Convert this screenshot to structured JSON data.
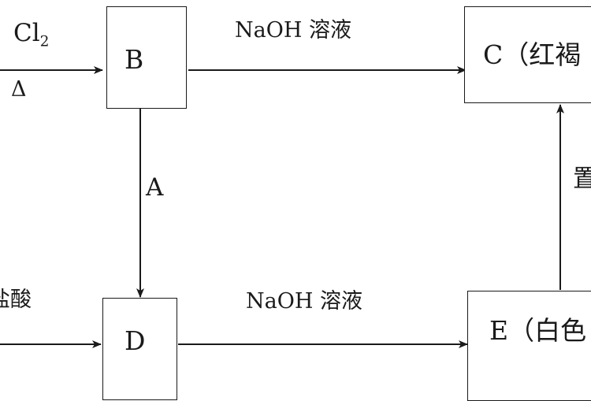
{
  "arrow_labels": {
    "cl2_main": "Cl",
    "cl2_sub": "2",
    "heat": "Δ",
    "naoh_top": "NaOH 溶液",
    "naoh_bottom": "NaOH 溶液",
    "a_label": "A",
    "hcl_partial": "盐酸",
    "right_partial": "置"
  },
  "boxes": {
    "b": "B",
    "d": "D",
    "c": "C（红褐",
    "e": "E（白色"
  }
}
